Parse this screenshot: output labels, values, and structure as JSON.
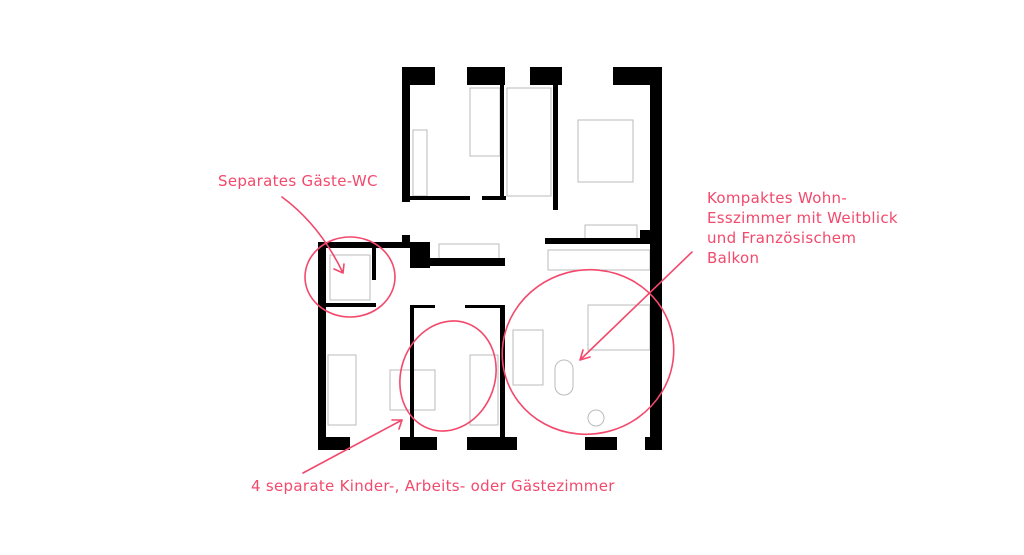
{
  "colors": {
    "annotation": "#f2496c",
    "wall": "#000000",
    "furniture": "#bbbbbb"
  },
  "annotations": {
    "wc": "Separates Gäste-WC",
    "living": [
      "Kompaktes Wohn-",
      "Esszimmer mit Weitblick",
      "und Französischem",
      "Balkon"
    ],
    "rooms": "4 separate Kinder-, Arbeits- oder Gästezimmer"
  }
}
